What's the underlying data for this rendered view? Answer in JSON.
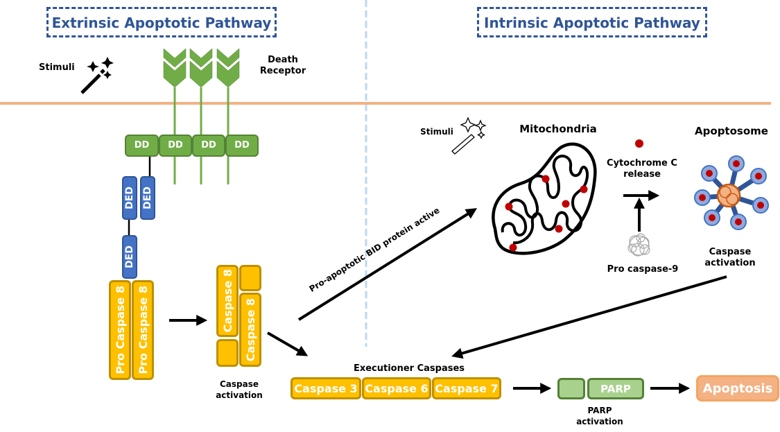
{
  "extrinsic": {
    "title": "Extrinsic Apoptotic Pathway",
    "stimuli_label": "Stimuli",
    "death_receptor_label_1": "Death",
    "death_receptor_label_2": "Receptor",
    "dd_labels": [
      "DD",
      "DD",
      "DD",
      "DD"
    ],
    "ded_labels": [
      "DED",
      "DED",
      "DED"
    ],
    "pro_caspase_labels": [
      "Pro Caspase 8",
      "Pro Caspase 8"
    ],
    "caspase8_labels": [
      "Caspase 8",
      "Caspase 8"
    ],
    "caspase_activation_1": "Caspase",
    "caspase_activation_2": "activation"
  },
  "intrinsic": {
    "title": "Intrinsic Apoptotic Pathway",
    "stimuli_label": "Stimuli",
    "mitochondria_label": "Mitochondria",
    "apoptosome_label": "Apoptosome",
    "cytochrome_label_1": "Cytochrome C",
    "cytochrome_label_2": "release",
    "pro_caspase9_label": "Pro caspase-9",
    "caspase_activation_1": "Caspase",
    "caspase_activation_2": "activation",
    "bid_label": "Pro-apoptotic BID protein active"
  },
  "execution": {
    "title": "Executioner Caspases",
    "caspases": [
      "Caspase 3",
      "Caspase 6",
      "Caspase 7"
    ],
    "parp_label": "PARP",
    "parp_activation_1": "PARP",
    "parp_activation_2": "activation",
    "apoptosis_label": "Apoptosis"
  },
  "colors": {
    "membrane": "#f4b183",
    "divider": "#bdd7ee",
    "title": "#2f5597",
    "receptor": "#70ad47",
    "ded": "#4472c4",
    "caspase": "#ffc000",
    "cytochrome": "#c00000",
    "apoptosis": "#f4b183"
  }
}
